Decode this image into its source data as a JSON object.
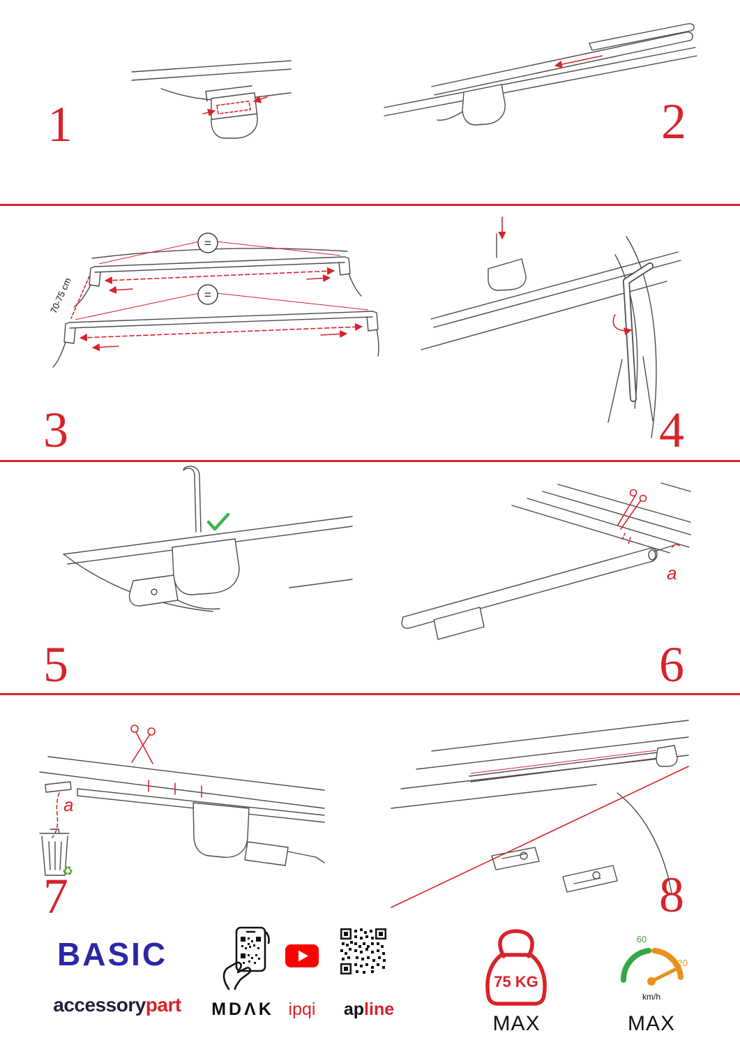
{
  "colors": {
    "accent": "#d8232a",
    "check_green": "#3bb54a",
    "recycle_green": "#59a82c",
    "brand_blue": "#2b27a8",
    "gauge_green": "#35a845",
    "gauge_orange": "#e8911c"
  },
  "steps": {
    "s1": {
      "num": "1"
    },
    "s2": {
      "num": "2"
    },
    "s3": {
      "num": "3",
      "measure": "70-75 cm",
      "equals": "="
    },
    "s4": {
      "num": "4"
    },
    "s5": {
      "num": "5"
    },
    "s6": {
      "num": "6",
      "letter": "a"
    },
    "s7": {
      "num": "7",
      "letter": "a"
    },
    "s8": {
      "num": "8"
    }
  },
  "icons": {
    "recycle": "♻"
  },
  "footer": {
    "brand": "BASIC",
    "brand_sub": {
      "dark": "accessory",
      "red": "part"
    },
    "partner_mdak": "MDΛK",
    "partner_ipqi": "ipqi",
    "partner_apline": {
      "dark": "ap",
      "red": "line"
    },
    "weight": {
      "value": "75 KG",
      "max": "MAX"
    },
    "speed": {
      "low": "60",
      "high": "120",
      "unit": "km/h",
      "max": "MAX"
    }
  }
}
